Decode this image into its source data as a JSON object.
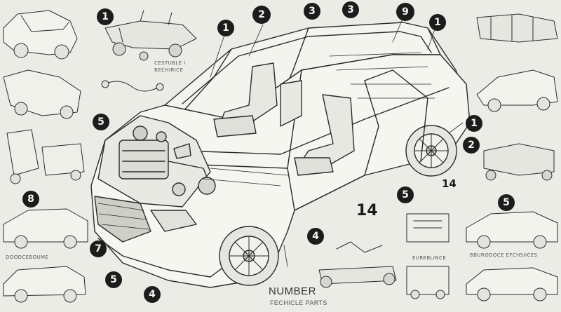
{
  "labels": {
    "n1_topleft": "1",
    "n2_top": "2",
    "n3_top": "3",
    "n3_top_b": "3",
    "n9_top": "9",
    "n1_topright": "1",
    "n1_roof": "1",
    "n5_left": "5",
    "n1_right": "1",
    "n2_right": "2",
    "n14_right": "14",
    "n5_center": "5",
    "n14_center": "14",
    "n5_right": "5",
    "n8_left": "8",
    "n7_front": "7",
    "n4_door": "4",
    "n5_bottom": "5",
    "n4_bottom": "4"
  },
  "captions": {
    "top_left_a": "CESTUBLE I",
    "top_left_b": "BECHIRICE",
    "bottom_left": "DOODCEBOUME",
    "bottom_right": "BBURODOCE EFCHSIICES",
    "bottom_center": "EUREBLINCE"
  },
  "title": {
    "main": "NUMBER",
    "sub": "FECHICLE PARTS"
  }
}
